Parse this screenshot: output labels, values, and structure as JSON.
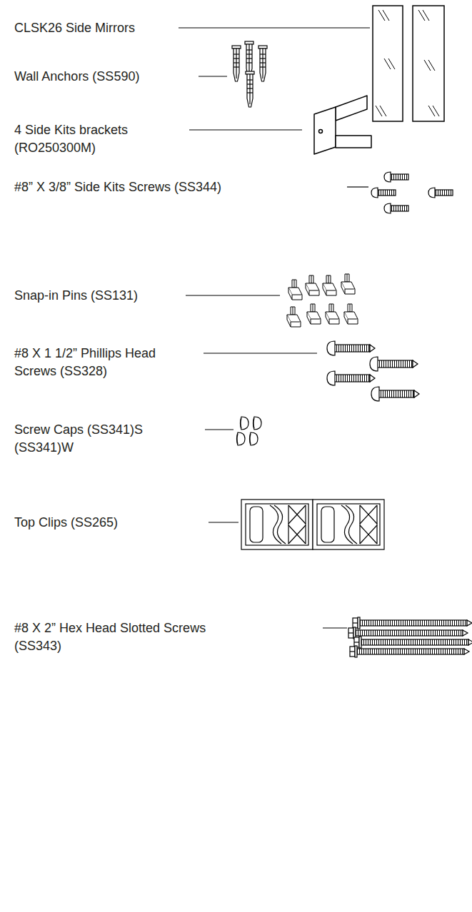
{
  "diagram": {
    "labels": [
      "CLSK26 Side Mirrors",
      "Wall Anchors (SS590)",
      "4 Side Kits brackets (RO250300M)",
      "#8” X 3/8” Side Kits Screws (SS344)",
      "Snap-in Pins (SS131)",
      "#8 X 1 1/2” Phillips Head Screws (SS328)",
      "Screw Caps (SS341)S (SS341)W",
      "Top Clips (SS265)",
      "#8 X 2” Hex Head Slotted Screws (SS343)"
    ]
  }
}
